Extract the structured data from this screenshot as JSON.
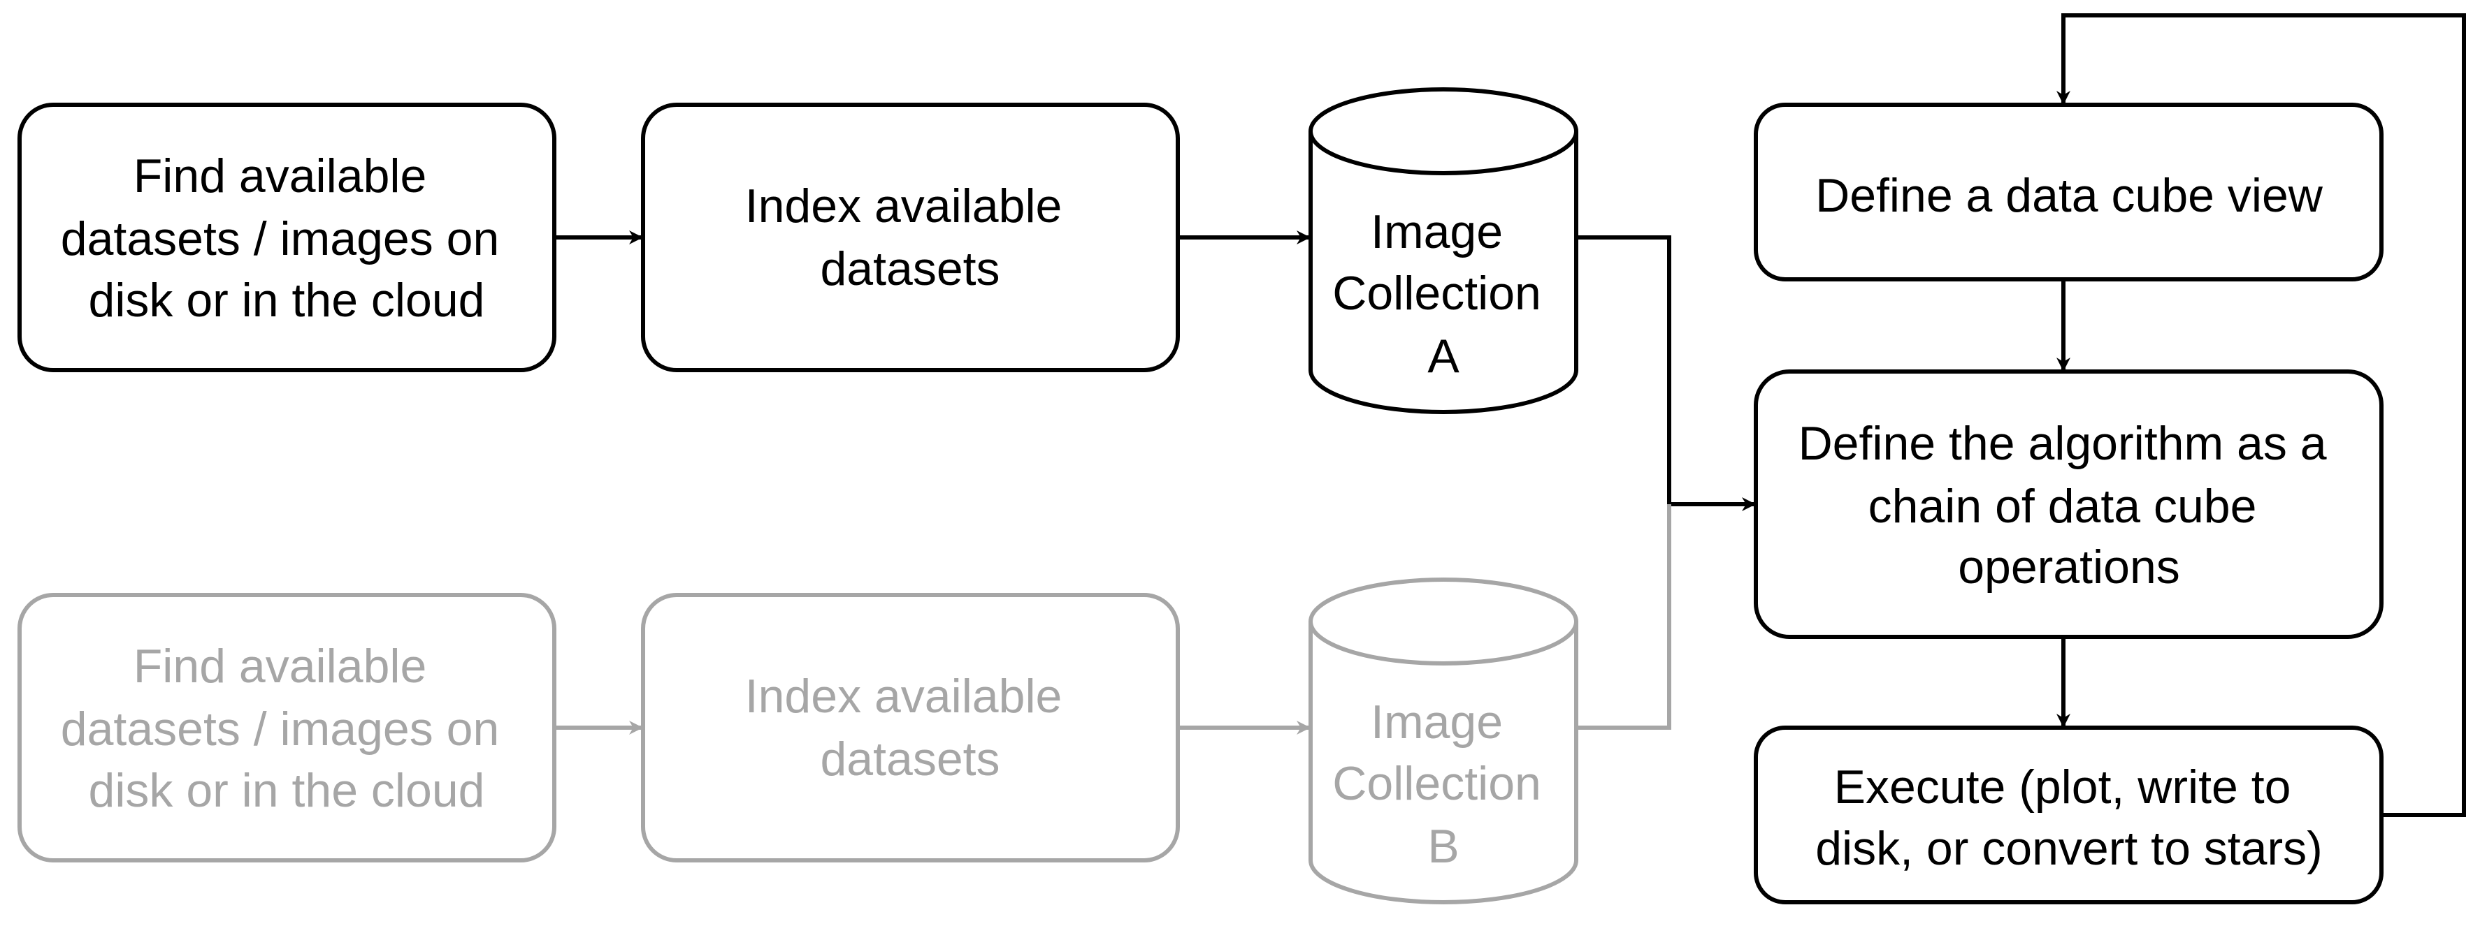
{
  "colors": {
    "primary": "#000000",
    "muted": "#a6a6a6",
    "background": "#ffffff"
  },
  "row_a": {
    "find_box": [
      "Find available",
      "datasets / images on",
      "disk or in the cloud"
    ],
    "index_box": [
      "Index available",
      "datasets"
    ],
    "collection": [
      "Image",
      "Collection",
      "A"
    ]
  },
  "row_b": {
    "find_box": [
      "Find available",
      "datasets / images on",
      "disk or in the cloud"
    ],
    "index_box": [
      "Index available",
      "datasets"
    ],
    "collection": [
      "Image",
      "Collection",
      "B"
    ]
  },
  "pipeline": {
    "define_view": [
      "Define a data cube view"
    ],
    "define_algorithm": [
      "Define the algorithm as a",
      "chain of data cube",
      "operations"
    ],
    "execute": [
      "Execute (plot, write to",
      "disk, or convert to stars)"
    ]
  }
}
